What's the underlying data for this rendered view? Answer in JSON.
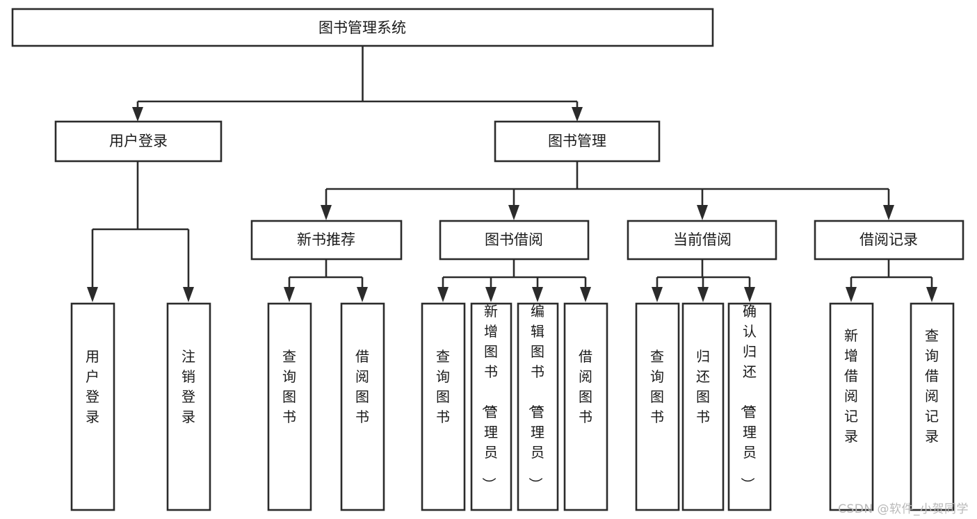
{
  "diagram": {
    "type": "tree",
    "title": "图书管理系统",
    "orientation": "top-down",
    "colors": {
      "box_stroke": "#2b2b2b",
      "box_fill": "#ffffff",
      "text": "#1a1a1a",
      "watermark": "#b9b9b9",
      "background": "#ffffff"
    },
    "root": {
      "label": "图书管理系统"
    },
    "level2": [
      {
        "label": "用户登录"
      },
      {
        "label": "图书管理"
      }
    ],
    "level3": [
      {
        "label": "新书推荐"
      },
      {
        "label": "图书借阅"
      },
      {
        "label": "当前借阅"
      },
      {
        "label": "借阅记录"
      }
    ],
    "leaves": {
      "user_login": [
        {
          "label": "用户登录"
        },
        {
          "label": "注销登录"
        }
      ],
      "new_book_recommend": [
        {
          "label": "查询图书"
        },
        {
          "label": "借阅图书"
        }
      ],
      "book_borrow": [
        {
          "label": "查询图书"
        },
        {
          "label": "新增图书（管理员）"
        },
        {
          "label": "编辑图书（管理员）"
        },
        {
          "label": "借阅图书"
        }
      ],
      "current_borrow": [
        {
          "label": "查询图书"
        },
        {
          "label": "归还图书"
        },
        {
          "label": "确认归还（管理员）"
        }
      ],
      "borrow_record": [
        {
          "label": "新增借阅记录"
        },
        {
          "label": "查询借阅记录"
        }
      ]
    }
  },
  "watermark": {
    "label": "CSDN @软件_小贺同学"
  }
}
